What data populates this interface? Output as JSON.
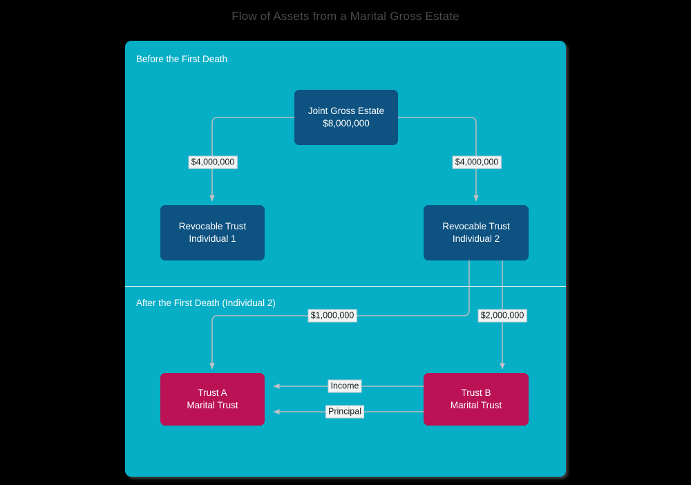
{
  "chart_data": {
    "type": "diagram",
    "title": "Flow of Assets from a Marital Gross Estate",
    "sections": [
      {
        "label": "Before the First Death"
      },
      {
        "label": "After the First Death (Individual 2)"
      }
    ],
    "nodes": [
      {
        "id": "joint",
        "line1": "Joint Gross Estate",
        "line2": "$8,000,000",
        "color": "#0d5280"
      },
      {
        "id": "rt1",
        "line1": "Revocable Trust",
        "line2": "Individual 1",
        "color": "#0d5280"
      },
      {
        "id": "rt2",
        "line1": "Revocable Trust",
        "line2": "Individual 2",
        "color": "#0d5280"
      },
      {
        "id": "trustA",
        "line1": "Trust A",
        "line2": "Marital Trust",
        "color": "#ba1254"
      },
      {
        "id": "trustB",
        "line1": "Trust B",
        "line2": "Marital Trust",
        "color": "#ba1254"
      }
    ],
    "edges": [
      {
        "from": "joint",
        "to": "rt1",
        "label": "$4,000,000"
      },
      {
        "from": "joint",
        "to": "rt2",
        "label": "$4,000,000"
      },
      {
        "from": "rt2",
        "to": "trustA",
        "label": "$1,000,000"
      },
      {
        "from": "rt2",
        "to": "trustB",
        "label": "$2,000,000"
      },
      {
        "from": "trustB",
        "to": "trustA",
        "label": "Income"
      },
      {
        "from": "trustB",
        "to": "trustA",
        "label": "Principal"
      }
    ],
    "colors": {
      "background": "#000000",
      "panel": "#06aec6",
      "node_blue": "#0d5280",
      "node_crimson": "#ba1254",
      "edge": "#b9bdbe",
      "title_text": "#4b4b4b",
      "label_bg": "#f0f4f5"
    }
  },
  "title": "Flow of Assets from a Marital Gross Estate",
  "sections": {
    "before": "Before the First Death",
    "after": "After the First Death (Individual 2)"
  },
  "nodes": {
    "joint": {
      "line1": "Joint Gross Estate",
      "line2": "$8,000,000"
    },
    "rt1": {
      "line1": "Revocable Trust",
      "line2": "Individual 1"
    },
    "rt2": {
      "line1": "Revocable Trust",
      "line2": "Individual 2"
    },
    "trustA": {
      "line1": "Trust A",
      "line2": "Marital Trust"
    },
    "trustB": {
      "line1": "Trust B",
      "line2": "Marital Trust"
    }
  },
  "edge_labels": {
    "joint_to_rt1": "$4,000,000",
    "joint_to_rt2": "$4,000,000",
    "rt2_to_trustA": "$1,000,000",
    "rt2_to_trustB": "$2,000,000",
    "income": "Income",
    "principal": "Principal"
  }
}
